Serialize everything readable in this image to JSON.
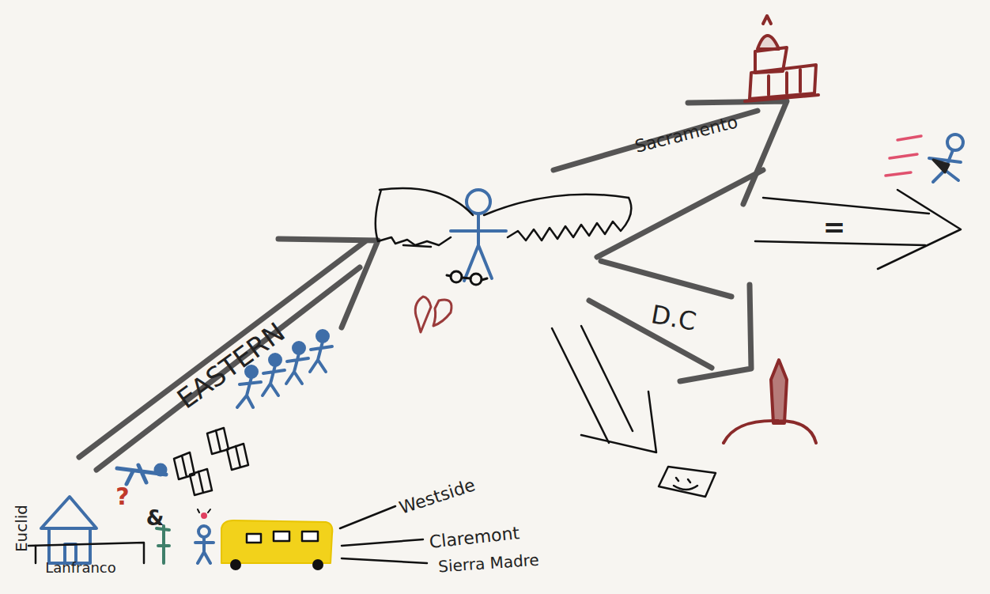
{
  "diagram": {
    "labels": [
      "Euclid",
      "Lanfranco",
      "?",
      "&",
      "Westside",
      "Claremont",
      "Sierra Madre",
      "EASTERN",
      "Sacramento",
      "D.C",
      "="
    ]
  }
}
